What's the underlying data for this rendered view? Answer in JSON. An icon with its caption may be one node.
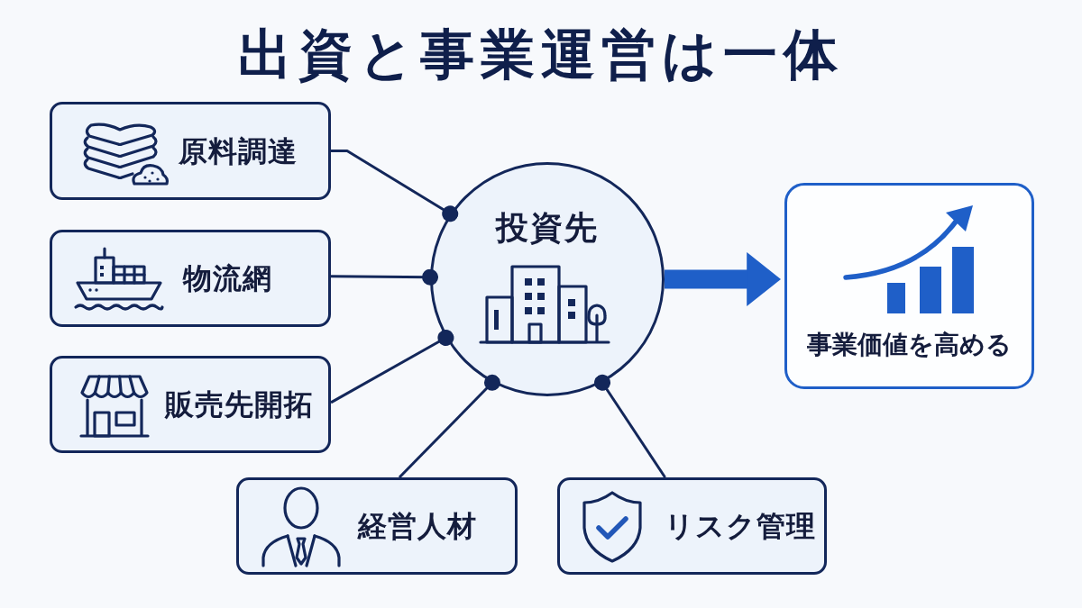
{
  "diagram": {
    "title": "出資と事業運営は一体",
    "nodes": [
      {
        "text": [
          "原料調達"
        ]
      },
      {
        "text": [
          "物流網"
        ]
      },
      {
        "text": [
          "販売先開拓"
        ]
      },
      {
        "text": [
          "投資先"
        ]
      },
      {
        "text": [
          "事業価値を高める"
        ]
      },
      {
        "text": [
          "経営人材"
        ]
      },
      {
        "text": [
          "リスク管理"
        ]
      }
    ],
    "edges": [
      {
        "from": 0,
        "to": 3,
        "arrow": "other"
      },
      {
        "from": 1,
        "to": 3,
        "arrow": "other"
      },
      {
        "from": 2,
        "to": 3,
        "arrow": "other"
      },
      {
        "from": 5,
        "to": 3,
        "arrow": "other"
      },
      {
        "from": 6,
        "to": 3,
        "arrow": "other"
      },
      {
        "from": 3,
        "to": 4,
        "arrow": "to",
        "style": "thick",
        "color": "#1f5fc8"
      }
    ]
  }
}
